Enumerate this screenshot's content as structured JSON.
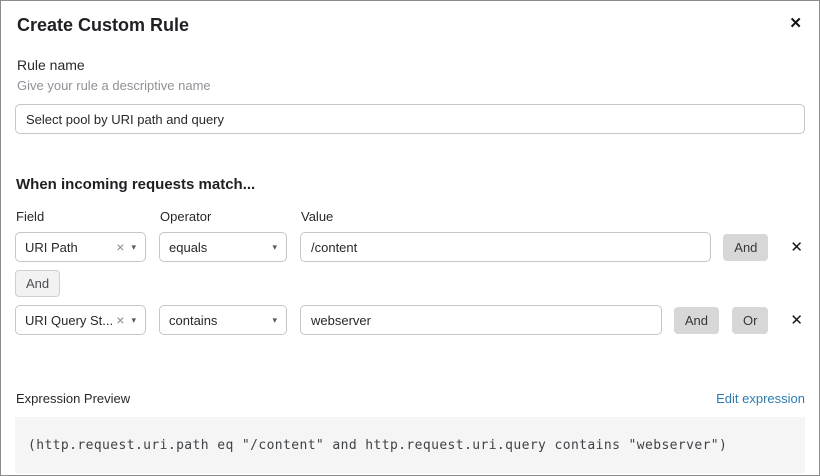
{
  "modal": {
    "title": "Create Custom Rule",
    "close_icon": "✕"
  },
  "rule_name": {
    "label": "Rule name",
    "helper": "Give your rule a descriptive name",
    "value": "Select pool by URI path and query"
  },
  "match": {
    "heading": "When incoming requests match...",
    "columns": {
      "field": "Field",
      "operator": "Operator",
      "value": "Value"
    },
    "connector_label": "And",
    "clear_icon": "×",
    "caret_icon": "▾",
    "rows": [
      {
        "field": "URI Path",
        "operator": "equals",
        "value": "/content",
        "and_label": "And",
        "delete_icon": "✕"
      },
      {
        "field": "URI Query St...",
        "operator": "contains",
        "value": "webserver",
        "and_label": "And",
        "or_label": "Or",
        "delete_icon": "✕"
      }
    ]
  },
  "expression": {
    "label": "Expression Preview",
    "edit_link": "Edit expression",
    "code": "(http.request.uri.path eq \"/content\" and http.request.uri.query contains \"webserver\")"
  },
  "colors": {
    "link_blue": "#2c7cb0",
    "button_gray": "#d7d7d7",
    "code_bg": "#f5f5f5"
  }
}
